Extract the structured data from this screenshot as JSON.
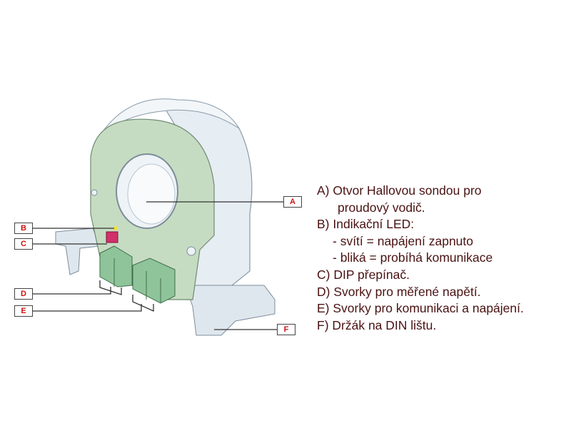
{
  "callouts": {
    "a": "A",
    "b": "B",
    "c": "C",
    "d": "D",
    "e": "E",
    "f": "F"
  },
  "legend": [
    "A) Otvor Hallovou sondou pro",
    "proudový vodič.",
    "B) Indikační LED:",
    "- svítí = napájení zapnuto",
    "- bliká = probíhá komunikace",
    "C) DIP přepínač.",
    "D) Svorky pro měřené napětí.",
    "E) Svorky pro komunikaci a napájení.",
    "F) Držák na DIN lištu."
  ],
  "colors": {
    "text": "#4a1212",
    "callout_letter": "#d01010",
    "face": "#c6dcc2",
    "body": "#e6edf3",
    "terminal": "#8fc49a",
    "dip": "#d2306a",
    "led": "#f2e03a"
  }
}
